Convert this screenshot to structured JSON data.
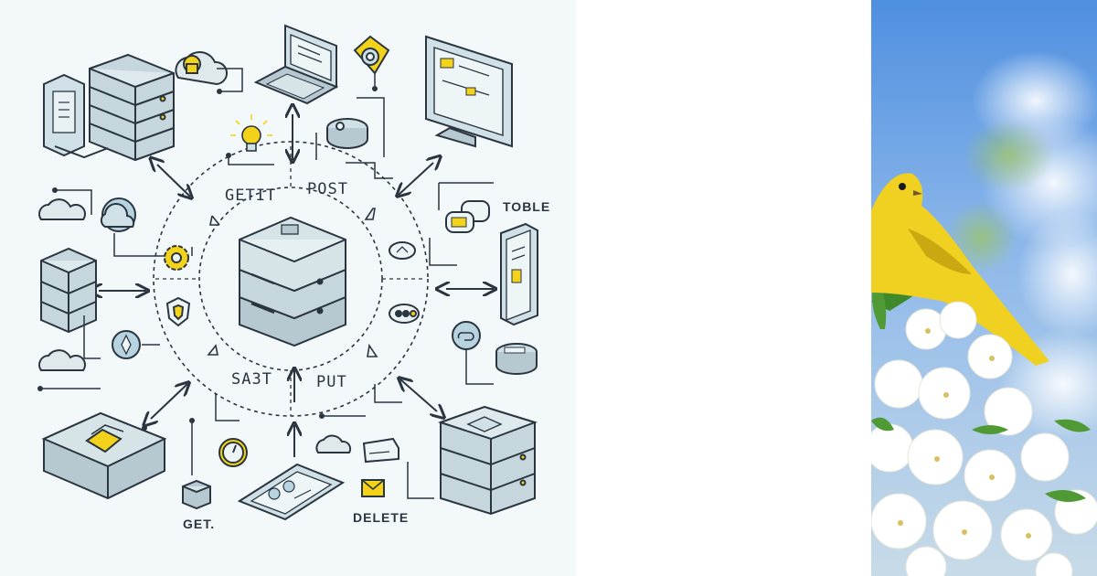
{
  "diagram": {
    "labels": {
      "get_top": "GETIT",
      "post": "POST",
      "sa3t": "SA3T",
      "put": "PUT",
      "toble": "TOBLE",
      "get_bottom": "GET.",
      "delete": "DELETE"
    }
  },
  "icons": [
    "server-stack-icon",
    "laptop-icon",
    "monitor-icon",
    "smartphone-icon",
    "tablet-icon",
    "cloud-icon",
    "lightbulb-icon",
    "gear-icon",
    "shield-icon",
    "clock-icon",
    "envelope-icon",
    "chat-bubbles-icon",
    "location-pin-icon",
    "database-icon",
    "router-icon"
  ],
  "colors": {
    "accent_yellow": "#f2d21b",
    "device_fill": "#cfe0e6",
    "line": "#2b3540",
    "sky": "#5b96e0",
    "bird": "#f0d020"
  }
}
